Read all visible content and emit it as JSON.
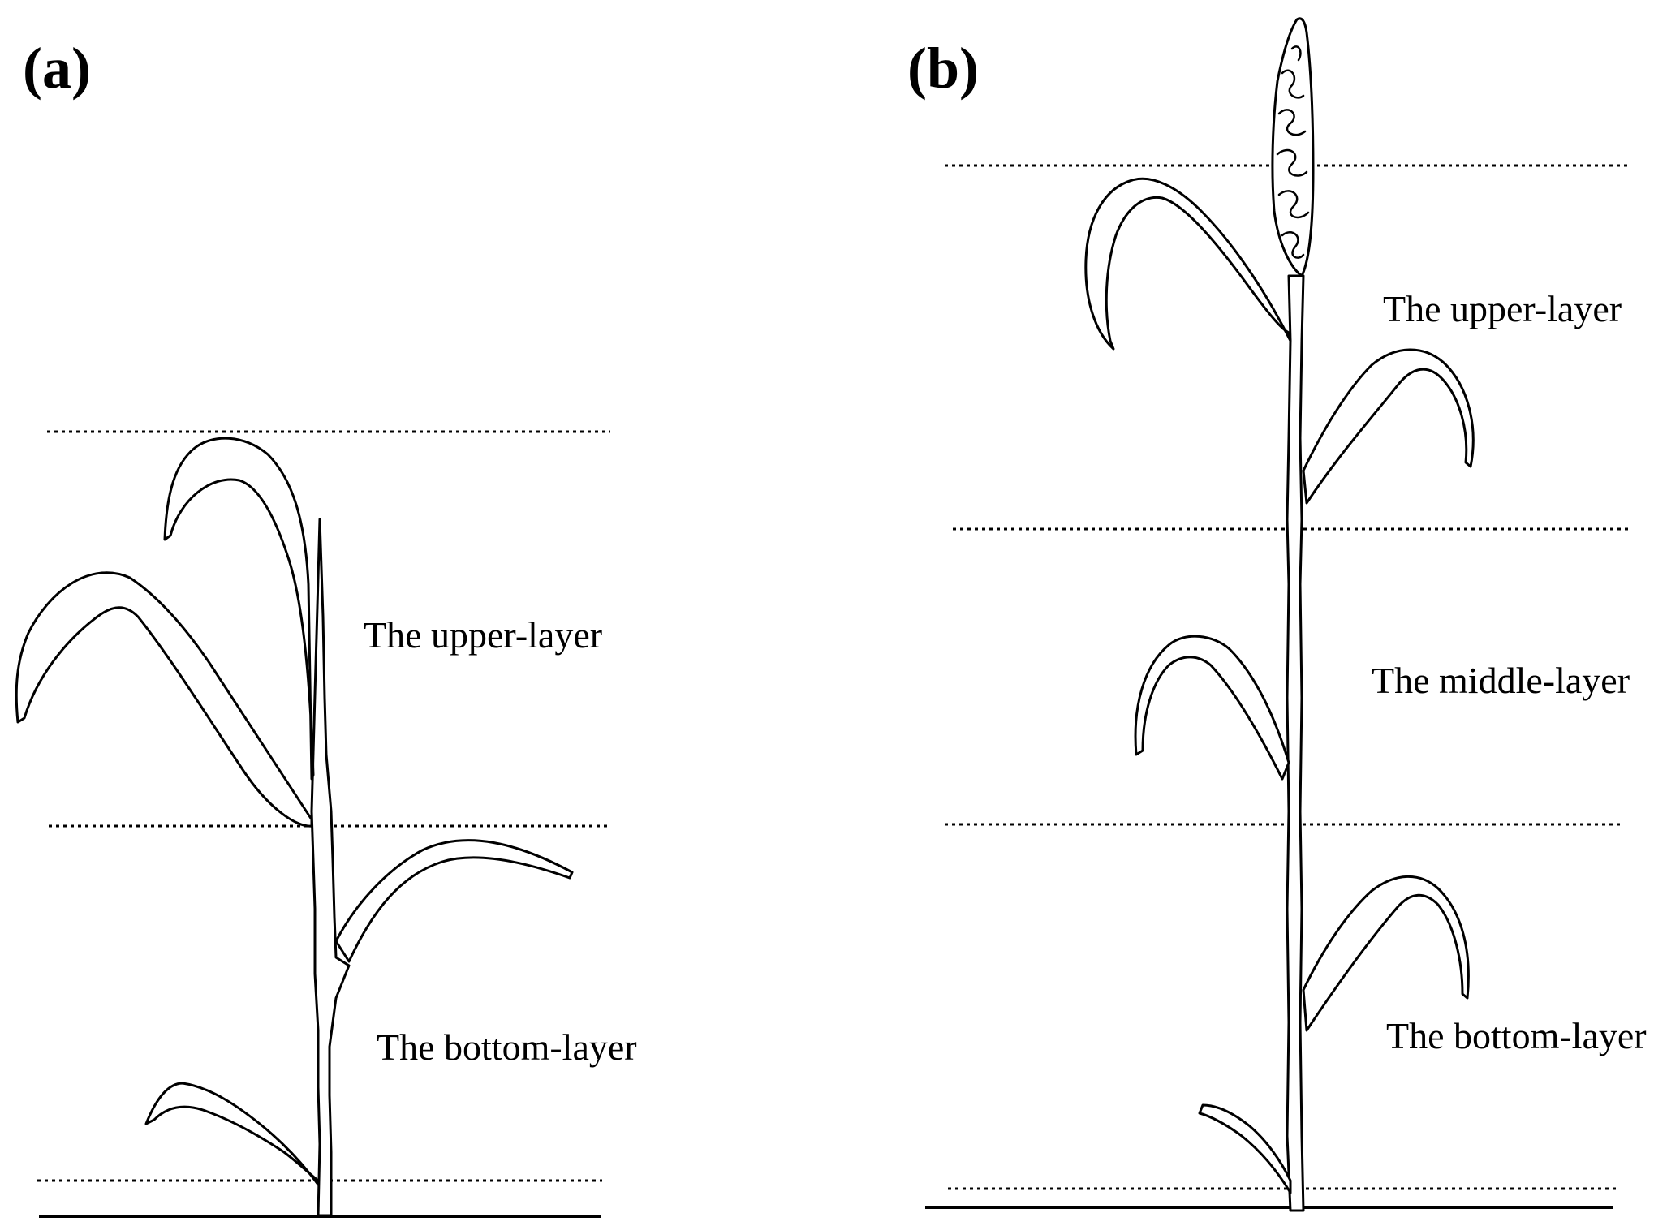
{
  "panel_a": {
    "label": "(a)",
    "layers": {
      "upper": "The upper-layer",
      "bottom": "The bottom-layer"
    }
  },
  "panel_b": {
    "label": "(b)",
    "layers": {
      "upper": "The upper-layer",
      "middle": "The middle-layer",
      "bottom": "The bottom-layer"
    }
  },
  "colors": {
    "line": "#000000",
    "background": "#ffffff"
  }
}
